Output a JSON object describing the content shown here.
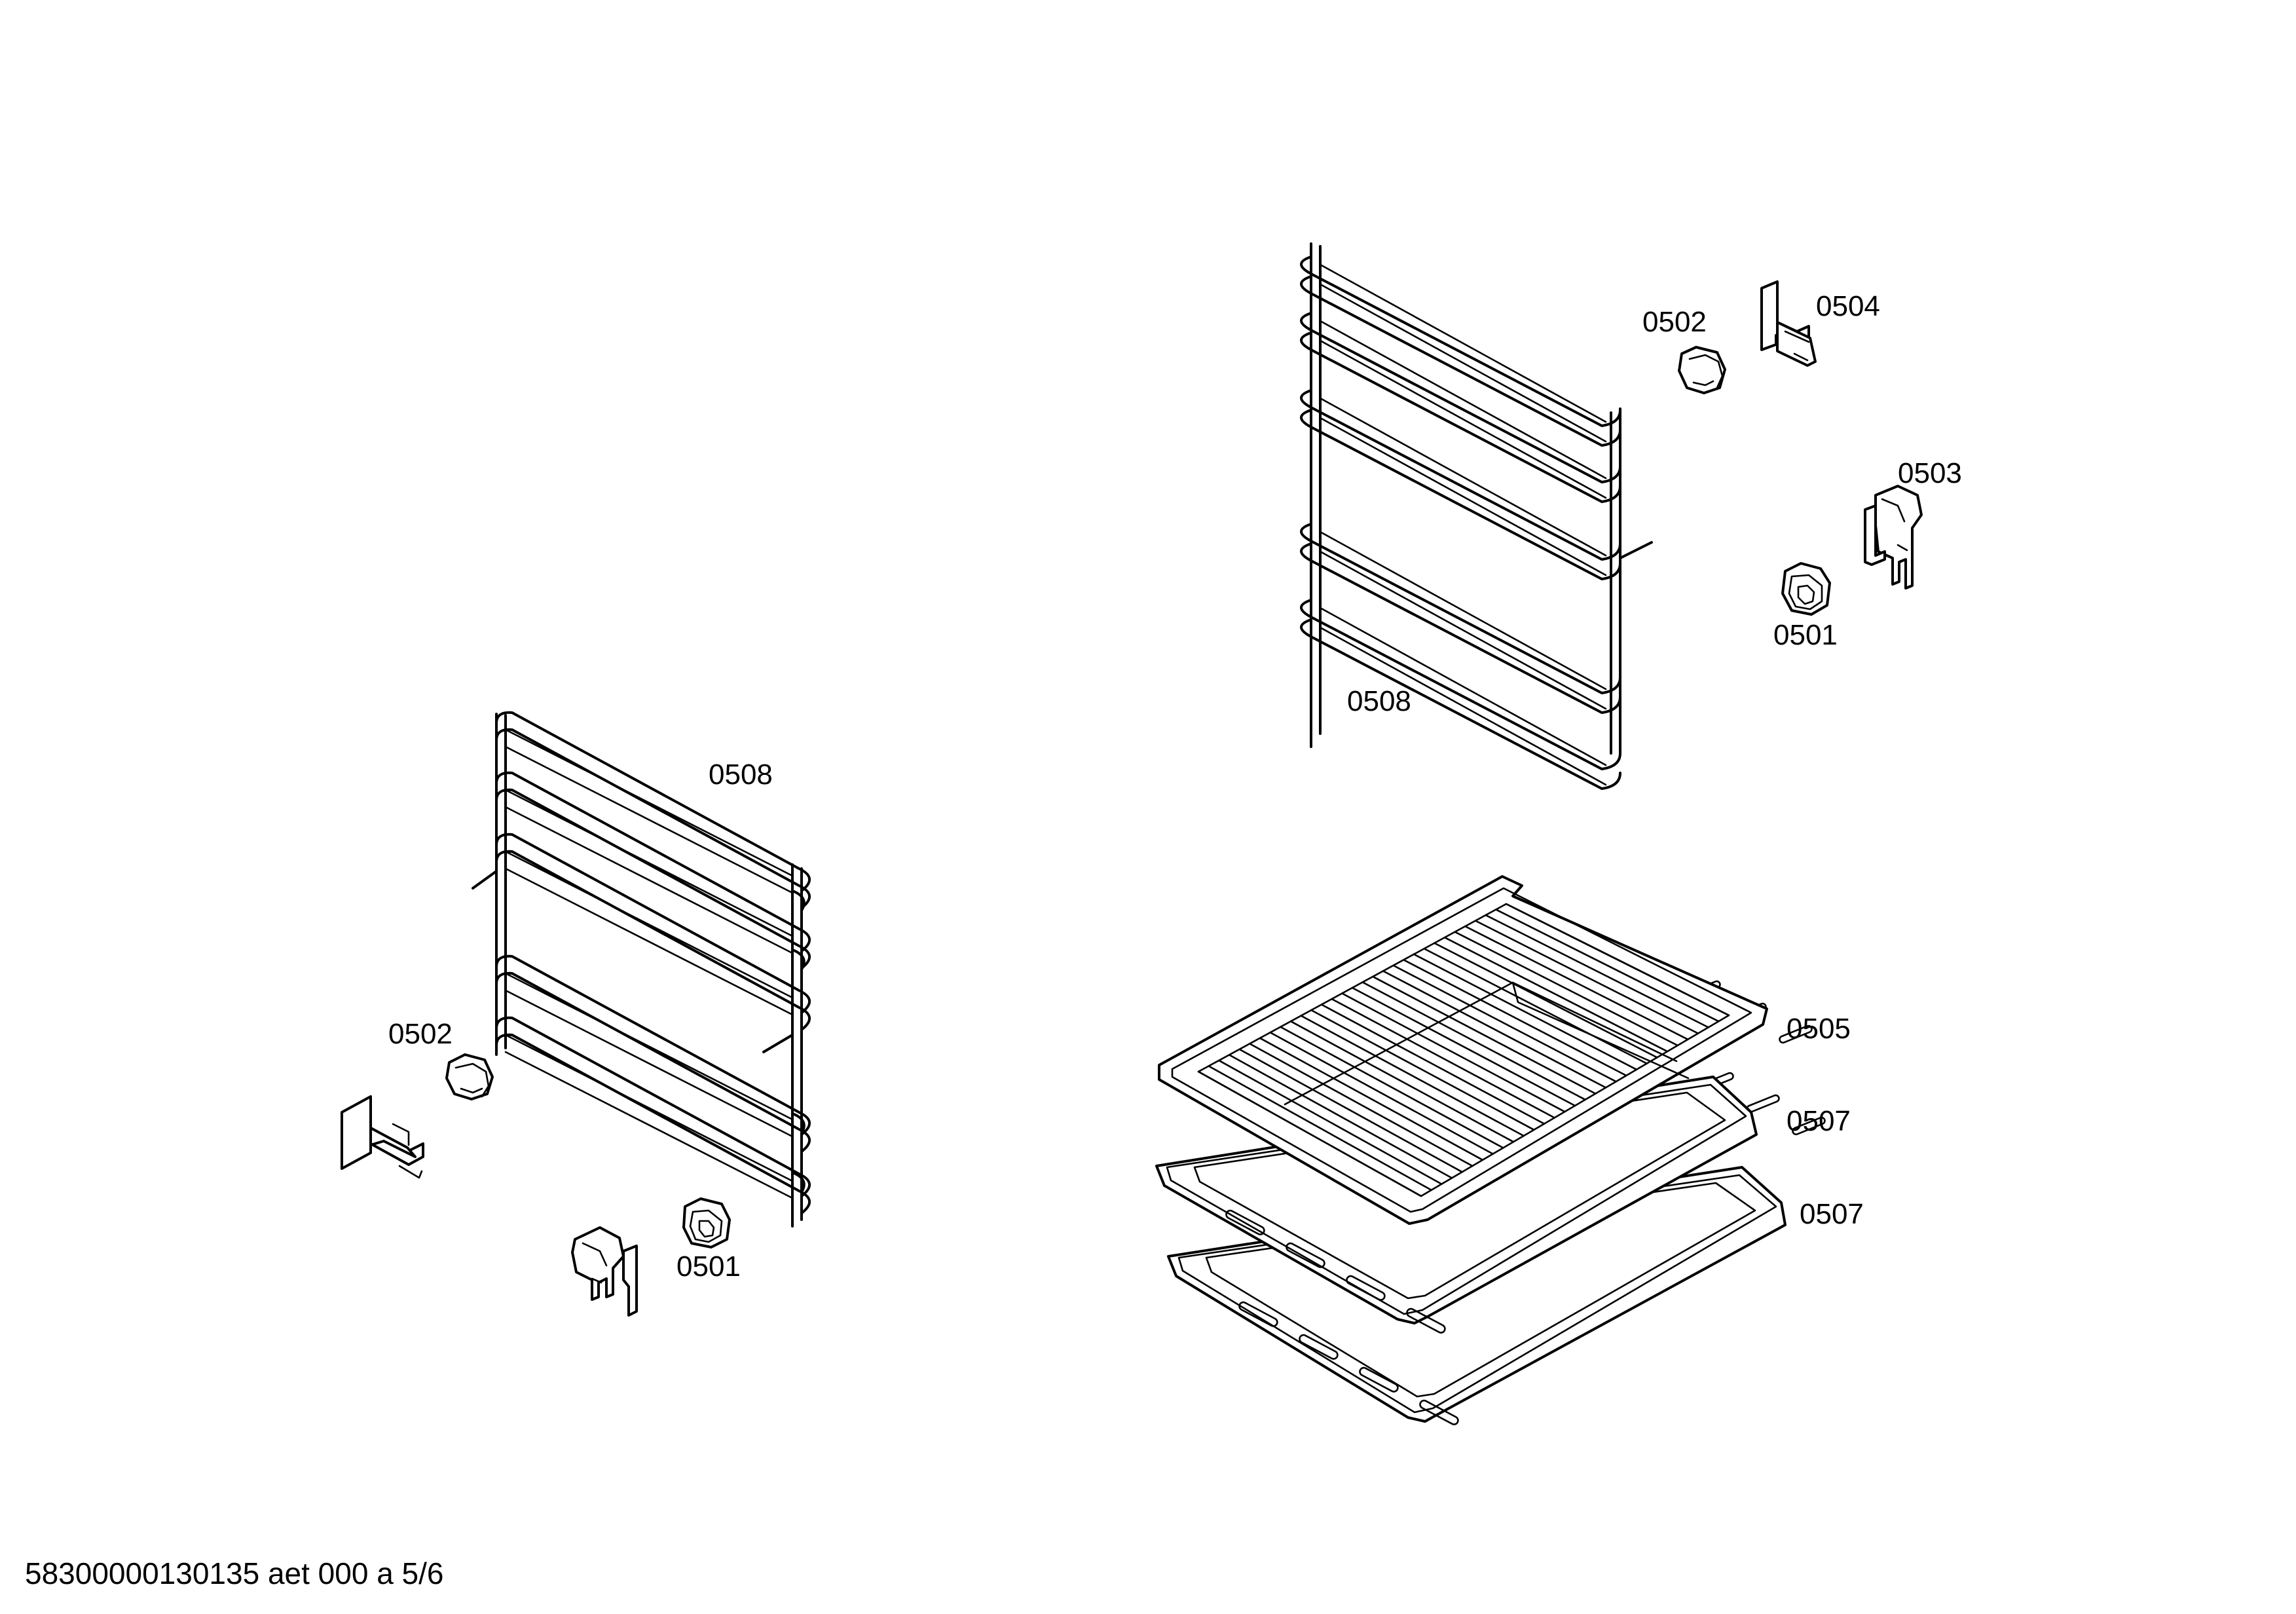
{
  "callouts": [
    {
      "id": "c-0508-top",
      "label": "0508"
    },
    {
      "id": "c-0502-top",
      "label": "0502"
    },
    {
      "id": "c-0504-top",
      "label": "0504"
    },
    {
      "id": "c-0503-top",
      "label": "0503"
    },
    {
      "id": "c-0501-top",
      "label": "0501"
    },
    {
      "id": "c-0508-left",
      "label": "0508"
    },
    {
      "id": "c-0502-left",
      "label": "0502"
    },
    {
      "id": "c-0501-left",
      "label": "0501"
    },
    {
      "id": "c-0505",
      "label": "0505"
    },
    {
      "id": "c-0507-a",
      "label": "0507"
    },
    {
      "id": "c-0507-b",
      "label": "0507"
    }
  ],
  "footer": {
    "doc_id": "58300000130135 aet 000 a 5/6"
  }
}
